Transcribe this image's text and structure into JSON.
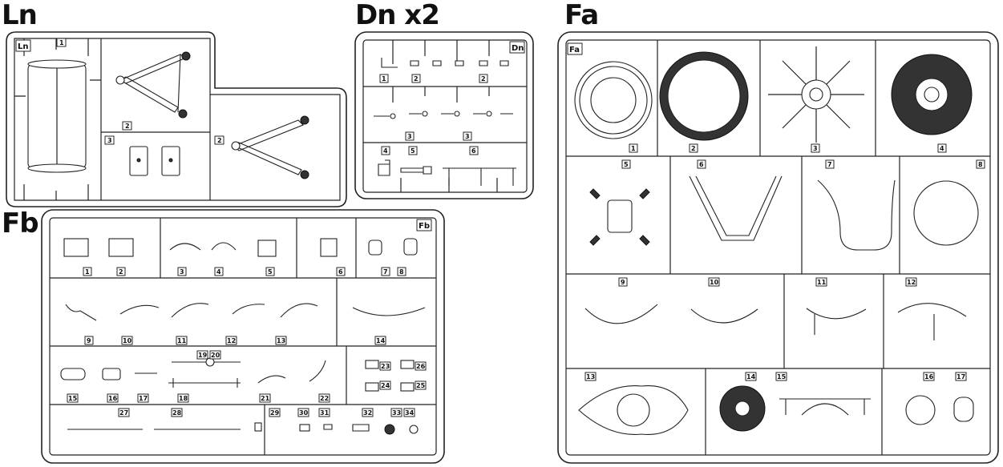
{
  "sprues": {
    "ln": {
      "title": "Ln",
      "tag": "Ln",
      "parts": [
        "1",
        "2",
        "3",
        "2"
      ]
    },
    "dn": {
      "title": "Dn x2",
      "tag": "Dn",
      "parts": [
        "1",
        "2",
        "2",
        "3",
        "3",
        "4",
        "5",
        "6"
      ]
    },
    "fa": {
      "title": "Fa",
      "tag": "Fa",
      "parts": [
        "1",
        "2",
        "3",
        "4",
        "5",
        "6",
        "7",
        "8",
        "9",
        "10",
        "11",
        "12",
        "13",
        "14",
        "15",
        "16",
        "17"
      ]
    },
    "fb": {
      "title": "Fb",
      "tag": "Fb",
      "parts": [
        "1",
        "2",
        "3",
        "4",
        "5",
        "6",
        "7",
        "8",
        "9",
        "10",
        "11",
        "12",
        "13",
        "14",
        "15",
        "16",
        "17",
        "18",
        "19",
        "20",
        "21",
        "22",
        "23",
        "24",
        "25",
        "26",
        "27",
        "28",
        "29",
        "30",
        "31",
        "32",
        "33",
        "34"
      ]
    }
  }
}
